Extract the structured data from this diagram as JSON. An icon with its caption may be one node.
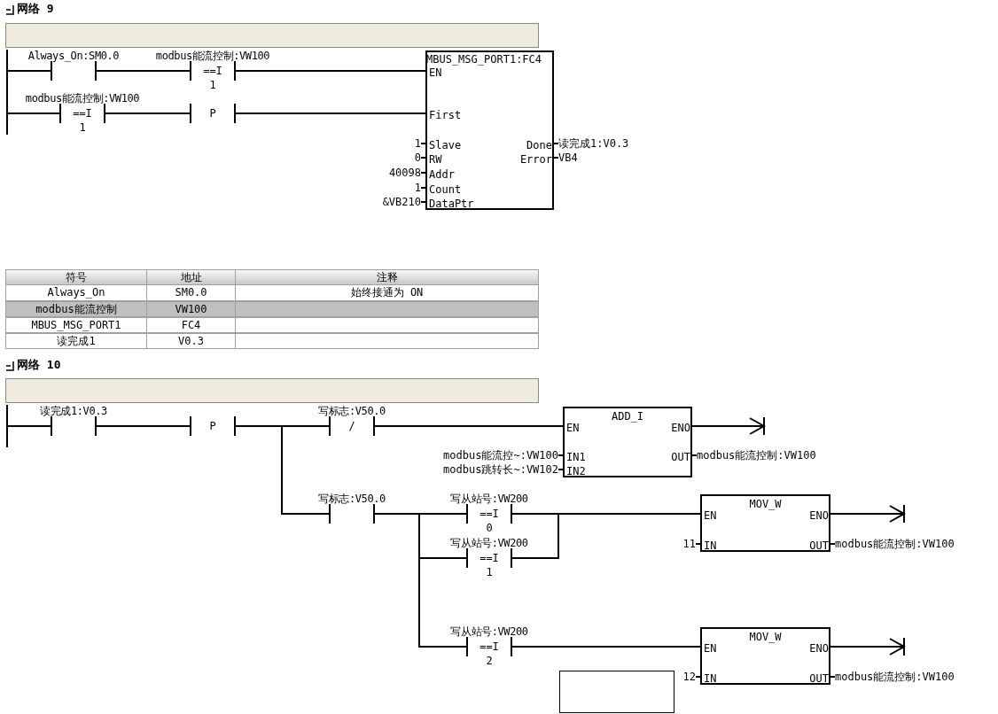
{
  "diagram": {
    "nodes": [
      {
        "text": [],
        "shape": "bar"
      },
      {
        "text": [
          "Always_On:SM0.0"
        ]
      },
      {
        "text": [
          "modbus能流控制:VW100",
          "==I",
          "1"
        ]
      },
      {
        "text": [
          "MBUS_MSG_PORT1:FC4",
          "EN",
          "First",
          "Slave",
          "RW",
          "Addr",
          "Count",
          "DataPtr",
          "Done",
          "Error"
        ],
        "beside": [
          "1",
          "0",
          "40098",
          "1",
          "&VB210",
          "读完成1:V0.3",
          "VB4"
        ]
      },
      {
        "text": [
          "modbus能流控制:VW100",
          "==I",
          "1"
        ]
      },
      {
        "text": [
          "P"
        ]
      },
      {
        "text": [],
        "shape": "bar"
      },
      {
        "text": [
          "读完成1:V0.3"
        ]
      },
      {
        "text": [
          "P"
        ]
      },
      {
        "text": [
          "写标志:V50.0",
          "/"
        ]
      },
      {
        "text": [
          "ADD_I",
          "EN",
          "ENO",
          "IN1",
          "IN2",
          "OUT"
        ],
        "beside": [
          "modbus能流控~:VW100",
          "modbus跳转长~:VW102",
          "modbus能流控制:VW100"
        ]
      },
      {
        "text": [
          "写标志:V50.0"
        ]
      },
      {
        "text": [
          "写从站号:VW200",
          "==I",
          "0"
        ]
      },
      {
        "text": [
          "写从站号:VW200",
          "==I",
          "1"
        ]
      },
      {
        "text": [
          "写从站号:VW200",
          "==I",
          "2"
        ]
      },
      {
        "text": [
          "MOV_W",
          "EN",
          "ENO",
          "IN",
          "OUT"
        ],
        "beside": [
          "11",
          "modbus能流控制:VW100"
        ]
      },
      {
        "text": [
          "MOV_W",
          "EN",
          "ENO",
          "IN",
          "OUT"
        ],
        "beside": [
          "12",
          "modbus能流控制:VW100"
        ]
      },
      {
        "text": [],
        "shape": "box"
      },
      {
        "text": [],
        "shape": "box"
      },
      {
        "text": [],
        "shape": "box"
      }
    ],
    "edges": [
      {
        "from": 0,
        "to": 1,
        "arrow": "none"
      },
      {
        "from": 1,
        "to": 2,
        "arrow": "none"
      },
      {
        "from": 2,
        "to": 3,
        "arrow": "none"
      },
      {
        "from": 0,
        "to": 4,
        "arrow": "none"
      },
      {
        "from": 4,
        "to": 5,
        "arrow": "none"
      },
      {
        "from": 5,
        "to": 3,
        "arrow": "none"
      },
      {
        "from": 6,
        "to": 7,
        "arrow": "none"
      },
      {
        "from": 7,
        "to": 8,
        "arrow": "none"
      },
      {
        "from": 8,
        "to": 9,
        "arrow": "none"
      },
      {
        "from": 8,
        "to": 11,
        "arrow": "none"
      },
      {
        "from": 9,
        "to": 10,
        "arrow": "none"
      },
      {
        "from": 10,
        "to": null,
        "arrow": "to"
      },
      {
        "from": 11,
        "to": 12,
        "arrow": "none"
      },
      {
        "from": 11,
        "to": 13,
        "arrow": "none"
      },
      {
        "from": 11,
        "to": 14,
        "arrow": "none"
      },
      {
        "from": 12,
        "to": 15,
        "arrow": "none"
      },
      {
        "from": 13,
        "to": 15,
        "arrow": "none"
      },
      {
        "from": 15,
        "to": null,
        "arrow": "to"
      },
      {
        "from": 14,
        "to": 16,
        "arrow": "none"
      },
      {
        "from": 16,
        "to": null,
        "arrow": "to"
      }
    ],
    "labels": [
      "网络 9",
      "符号",
      "地址",
      "注释",
      "Always_On",
      "SM0.0",
      "始终接通为 ON",
      "modbus能流控制",
      "VW100",
      "MBUS_MSG_PORT1",
      "FC4",
      "读完成1",
      "V0.3",
      "网络 10"
    ]
  }
}
